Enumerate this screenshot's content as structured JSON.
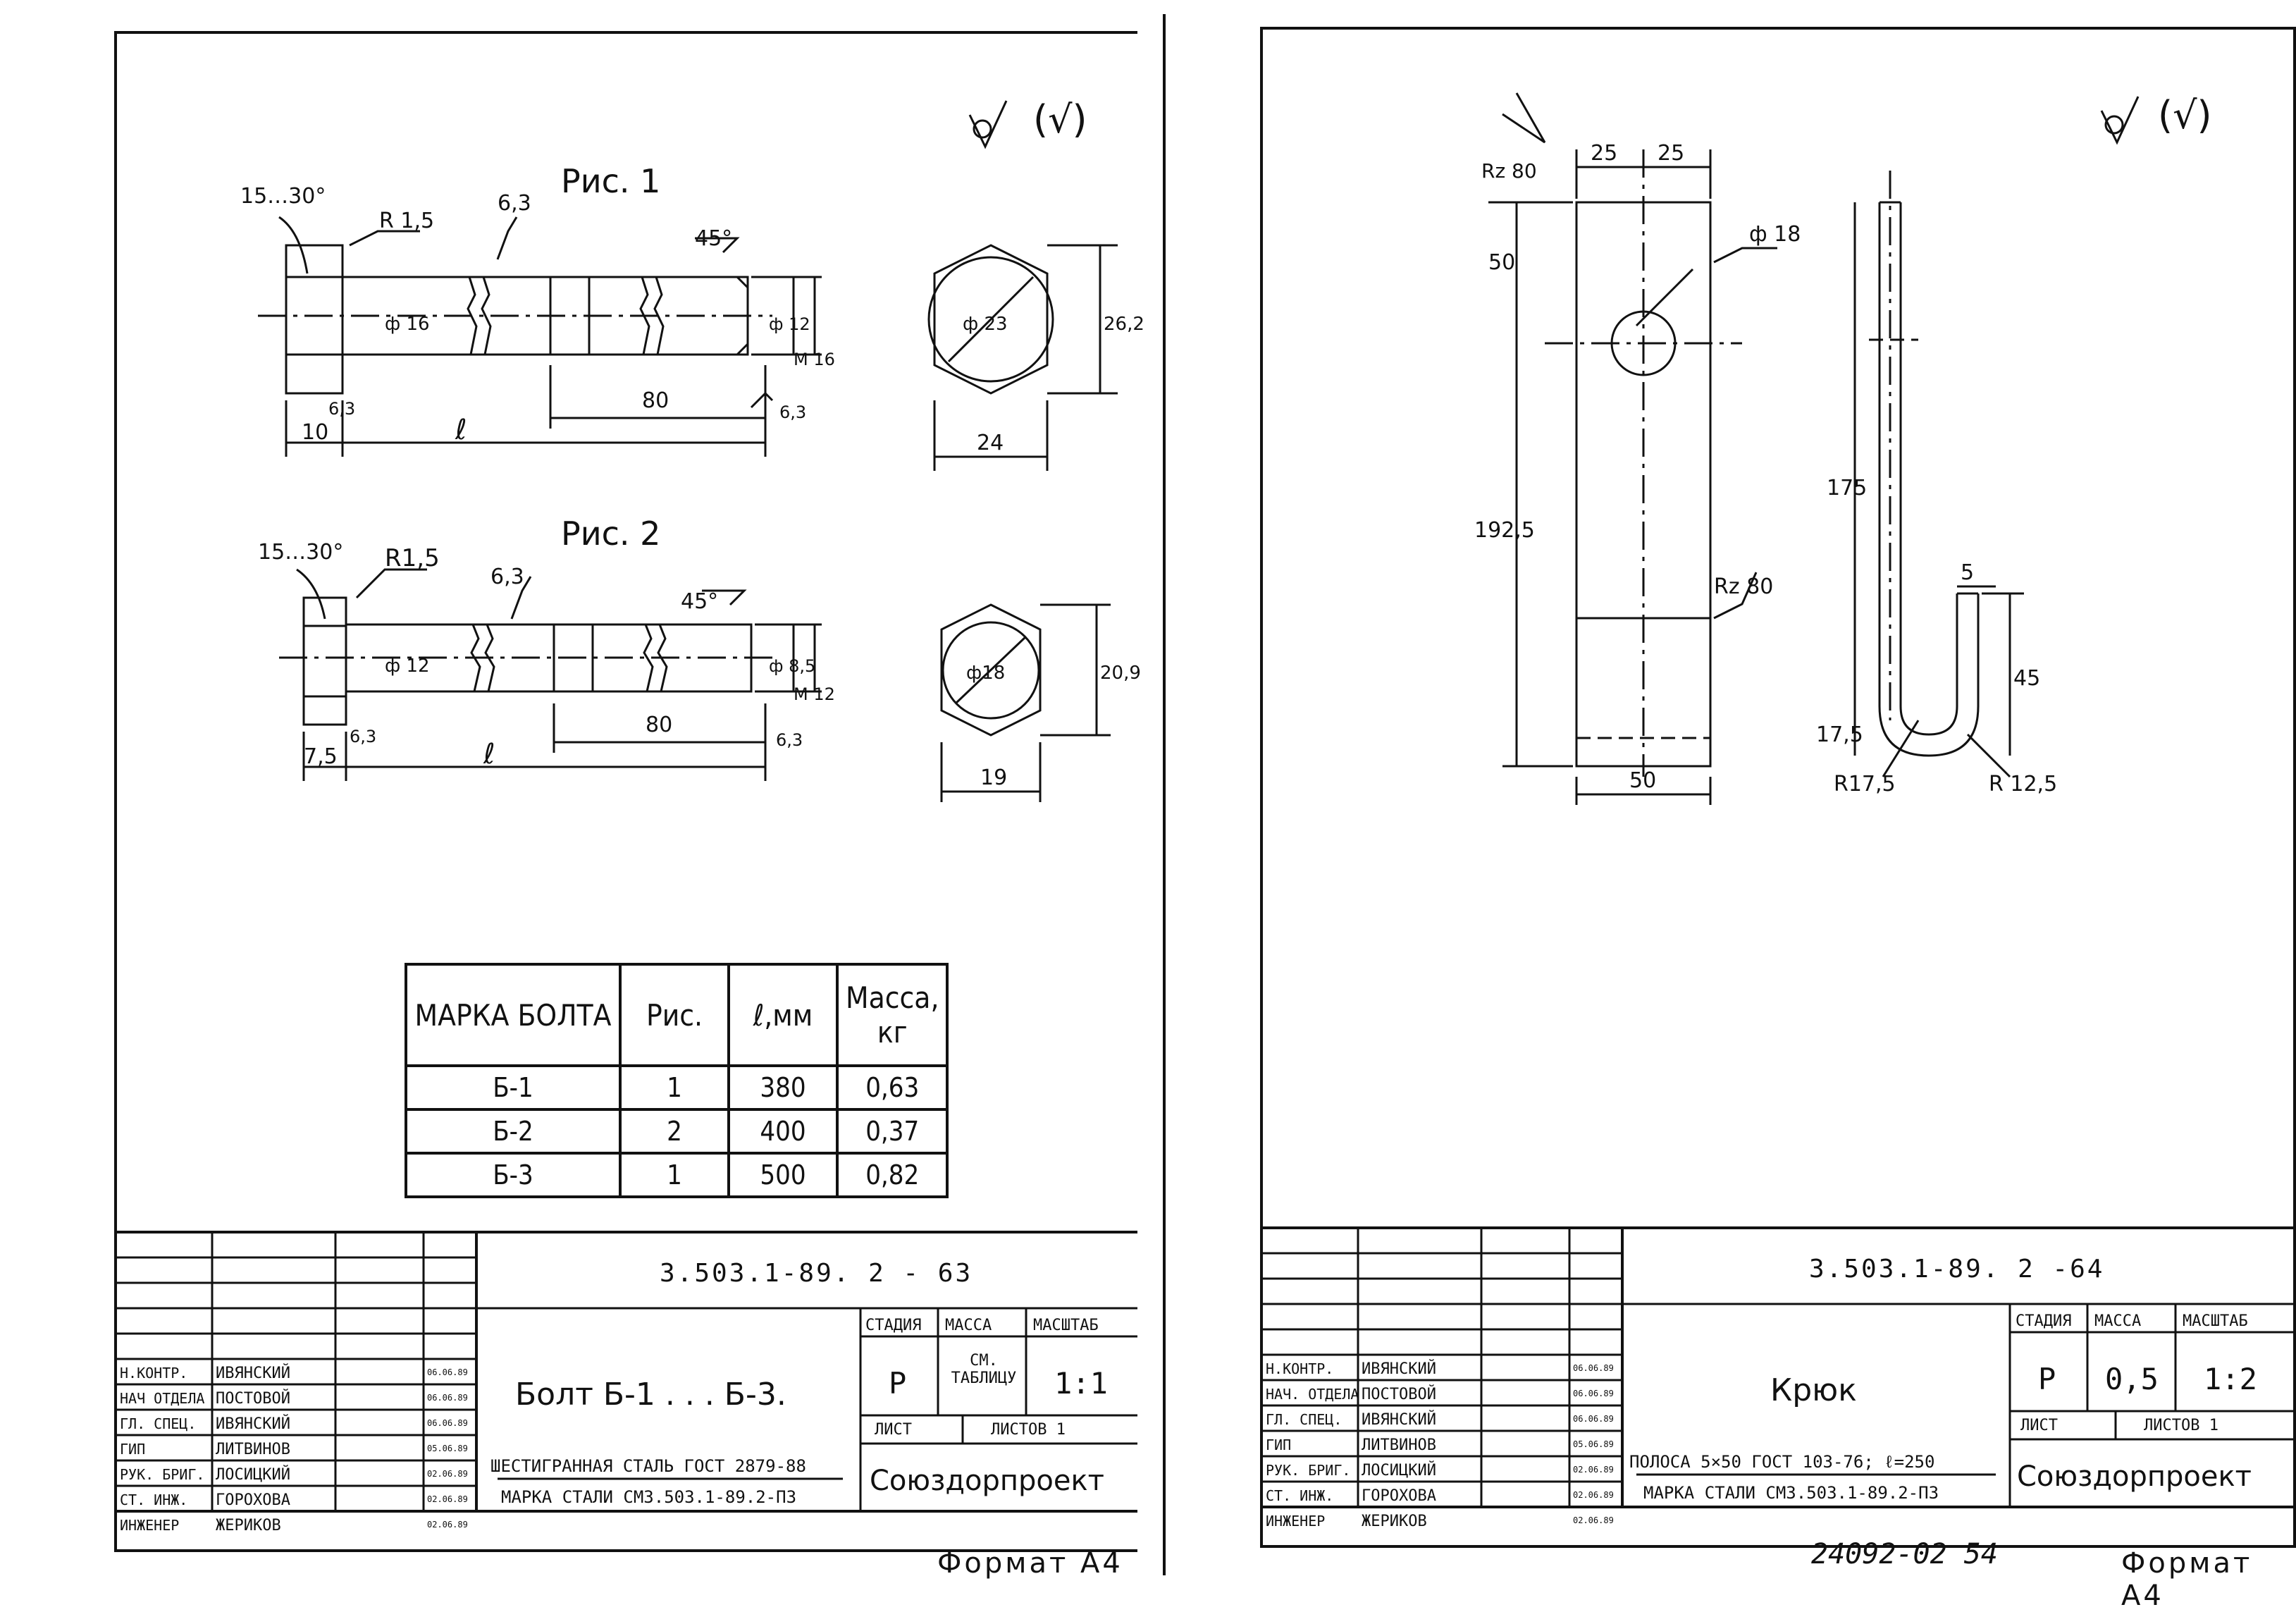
{
  "left_sheet": {
    "roughness_mark": "(√)",
    "fig1": {
      "caption": "Рис. 1",
      "head_angle": "15…30°",
      "radius": "R 1,5",
      "chamfer": "45°",
      "roughness_body": "6,3",
      "roughness_end": "6,3",
      "roughness_head": "6,3",
      "d_shank": "ф 16",
      "d_thread_inner": "ф 12",
      "thread": "М 16",
      "thread_len": "80",
      "head_h": "10",
      "len": "ℓ",
      "hex_circle": "ф 23",
      "hex_height": "26,2",
      "hex_width": "24"
    },
    "fig2": {
      "caption": "Рис. 2",
      "head_angle": "15…30°",
      "radius": "R1,5",
      "chamfer": "45°",
      "roughness_body": "6,3",
      "roughness_end": "6,3",
      "roughness_head": "6,3",
      "d_shank": "ф 12",
      "d_thread_inner": "ф 8,5",
      "thread": "М 12",
      "thread_len": "80",
      "head_h": "7,5",
      "len": "ℓ",
      "hex_circle": "ф18",
      "hex_height": "20,9",
      "hex_width": "19"
    },
    "table": {
      "headers": [
        "МАРКА БОЛТА",
        "Рис.",
        "ℓ,мм",
        "Масса, кг"
      ],
      "rows": [
        [
          "Б-1",
          "1",
          "380",
          "0,63"
        ],
        [
          "Б-2",
          "2",
          "400",
          "0,37"
        ],
        [
          "Б-3",
          "1",
          "500",
          "0,82"
        ]
      ]
    },
    "stamp": {
      "doc_code": "3.503.1-89. 2 - 63",
      "title": "Болт  Б-1 . . . Б-3.",
      "stage_label": "СТАДИЯ",
      "mass_label": "МАССА",
      "scale_label": "МАСШТАБ",
      "stage": "Р",
      "mass": "СМ. ТАБЛИЦУ",
      "scale": "1:1",
      "sheet_label": "ЛИСТ",
      "sheets_label": "ЛИСТОВ  1",
      "material_1": "ШЕСТИГРАННАЯ СТАЛЬ ГОСТ 2879-88",
      "material_2": "МАРКА СТАЛИ  СМ3.503.1-89.2-П3",
      "org": "Союздорпроект",
      "people": [
        {
          "role": "Н.КОНТР.",
          "name": "ИВЯНСКИЙ",
          "date": "06.06.89"
        },
        {
          "role": "НАЧ ОТДЕЛА",
          "name": "ПОСТОВОЙ",
          "date": "06.06.89"
        },
        {
          "role": "ГЛ. СПЕЦ.",
          "name": "ИВЯНСКИЙ",
          "date": "06.06.89"
        },
        {
          "role": "ГИП",
          "name": "ЛИТВИНОВ",
          "date": "05.06.89"
        },
        {
          "role": "РУК. БРИГ.",
          "name": "ЛОСИЦКИЙ",
          "date": "02.06.89"
        },
        {
          "role": "СТ. ИНЖ.",
          "name": "ГОРОХОВА",
          "date": "02.06.89"
        },
        {
          "role": "ИНЖЕНЕР",
          "name": "ЖЕРИКОВ",
          "date": "02.06.89"
        }
      ]
    },
    "format": "Формат А4"
  },
  "right_sheet": {
    "roughness_mark": "(√)",
    "plate": {
      "rz_top": "Rz 80",
      "rz_side": "Rz 80",
      "w1": "25",
      "w2": "25",
      "h_top": "50",
      "h_bottom": "192,5",
      "hole": "ф 18",
      "width": "50"
    },
    "hook": {
      "height": "175",
      "gap": "5",
      "bend_h": "45",
      "low_h": "17,5",
      "r_outer": "R17,5",
      "r_inner": "R 12,5"
    },
    "stamp": {
      "doc_code": "3.503.1-89. 2 -64",
      "title": "Крюк",
      "stage_label": "СТАДИЯ",
      "mass_label": "МАССА",
      "scale_label": "МАСШТАБ",
      "stage": "Р",
      "mass": "0,5",
      "scale": "1:2",
      "sheet_label": "ЛИСТ",
      "sheets_label": "ЛИСТОВ  1",
      "material_1": "ПОЛОСА 5×50  ГОСТ 103-76; ℓ=250",
      "material_2": "МАРКА СТАЛИ  СМ3.503.1-89.2-П3",
      "org": "Союздорпроект",
      "people": [
        {
          "role": "Н.КОНТР.",
          "name": "ИВЯНСКИЙ",
          "date": "06.06.89"
        },
        {
          "role": "НАЧ. ОТДЕЛА",
          "name": "ПОСТОВОЙ",
          "date": "06.06.89"
        },
        {
          "role": "ГЛ. СПЕЦ.",
          "name": "ИВЯНСКИЙ",
          "date": "06.06.89"
        },
        {
          "role": "ГИП",
          "name": "ЛИТВИНОВ",
          "date": "05.06.89"
        },
        {
          "role": "РУК. БРИГ.",
          "name": "ЛОСИЦКИЙ",
          "date": "02.06.89"
        },
        {
          "role": "СТ. ИНЖ.",
          "name": "ГОРОХОВА",
          "date": "02.06.89"
        },
        {
          "role": "ИНЖЕНЕР",
          "name": "ЖЕРИКОВ",
          "date": "02.06.89"
        }
      ]
    },
    "archive_no": "24092-02   54",
    "format": "Формат А4"
  }
}
